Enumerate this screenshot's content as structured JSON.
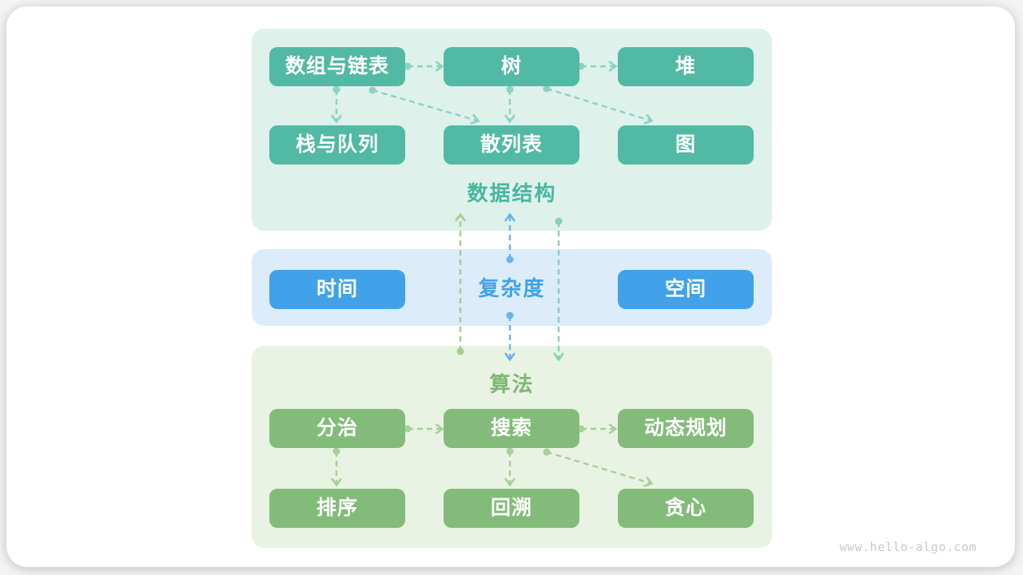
{
  "watermark": "www.hello-algo.com",
  "sections": {
    "data_structures": {
      "label": "数据结构",
      "nodes": [
        "数组与链表",
        "树",
        "堆",
        "栈与队列",
        "散列表",
        "图"
      ]
    },
    "complexity": {
      "label": "复杂度",
      "nodes": [
        "时间",
        "空间"
      ]
    },
    "algorithms": {
      "label": "算法",
      "nodes": [
        "分治",
        "搜索",
        "动态规划",
        "排序",
        "回溯",
        "贪心"
      ]
    }
  },
  "edges": [
    {
      "id": "arrays-to-trees",
      "from": "数组与链表",
      "to": "树",
      "color": "teal"
    },
    {
      "id": "trees-to-heaps",
      "from": "树",
      "to": "堆",
      "color": "teal"
    },
    {
      "id": "arrays-to-stacks",
      "from": "数组与链表",
      "to": "栈与队列",
      "color": "teal"
    },
    {
      "id": "trees-to-hash",
      "from": "树",
      "to": "散列表",
      "color": "teal"
    },
    {
      "id": "arrays-to-hash",
      "from": "数组与链表",
      "to": "散列表",
      "color": "teal"
    },
    {
      "id": "trees-to-graphs",
      "from": "树",
      "to": "图",
      "color": "teal"
    },
    {
      "id": "divide-to-search",
      "from": "分治",
      "to": "搜索",
      "color": "green"
    },
    {
      "id": "search-to-dp",
      "from": "搜索",
      "to": "动态规划",
      "color": "green"
    },
    {
      "id": "divide-to-sort",
      "from": "分治",
      "to": "排序",
      "color": "green"
    },
    {
      "id": "search-to-backtrack",
      "from": "搜索",
      "to": "回溯",
      "color": "green"
    },
    {
      "id": "search-to-greedy",
      "from": "搜索",
      "to": "贪心",
      "color": "green"
    },
    {
      "id": "algo-to-ds",
      "from": "算法",
      "to": "数据结构",
      "color": "vgreen"
    },
    {
      "id": "complexity-to-ds",
      "from": "复杂度",
      "to": "数据结构",
      "color": "blue"
    },
    {
      "id": "complexity-to-algo",
      "from": "复杂度",
      "to": "算法",
      "color": "blue"
    },
    {
      "id": "ds-to-algo",
      "from": "数据结构",
      "to": "算法",
      "color": "vteal"
    }
  ],
  "colors": {
    "teal_box": "#52b9a5",
    "blue_box": "#41a2e9",
    "green_box": "#83bc7a",
    "ds_section_bg": "#def1eb",
    "cx_section_bg": "#dcecfa",
    "al_section_bg": "#e9f3e3",
    "ds_label": "#49b6a0",
    "cx_label": "#41a2e9",
    "al_label": "#7db873",
    "edge_teal": "#8bd2c1",
    "edge_green": "#a8d098",
    "edge_blue": "#6db2ee",
    "edge_vgreen": "#a4ce90",
    "edge_vteal": "#84cfbe",
    "watermark_gray": "#c9c9c9"
  }
}
